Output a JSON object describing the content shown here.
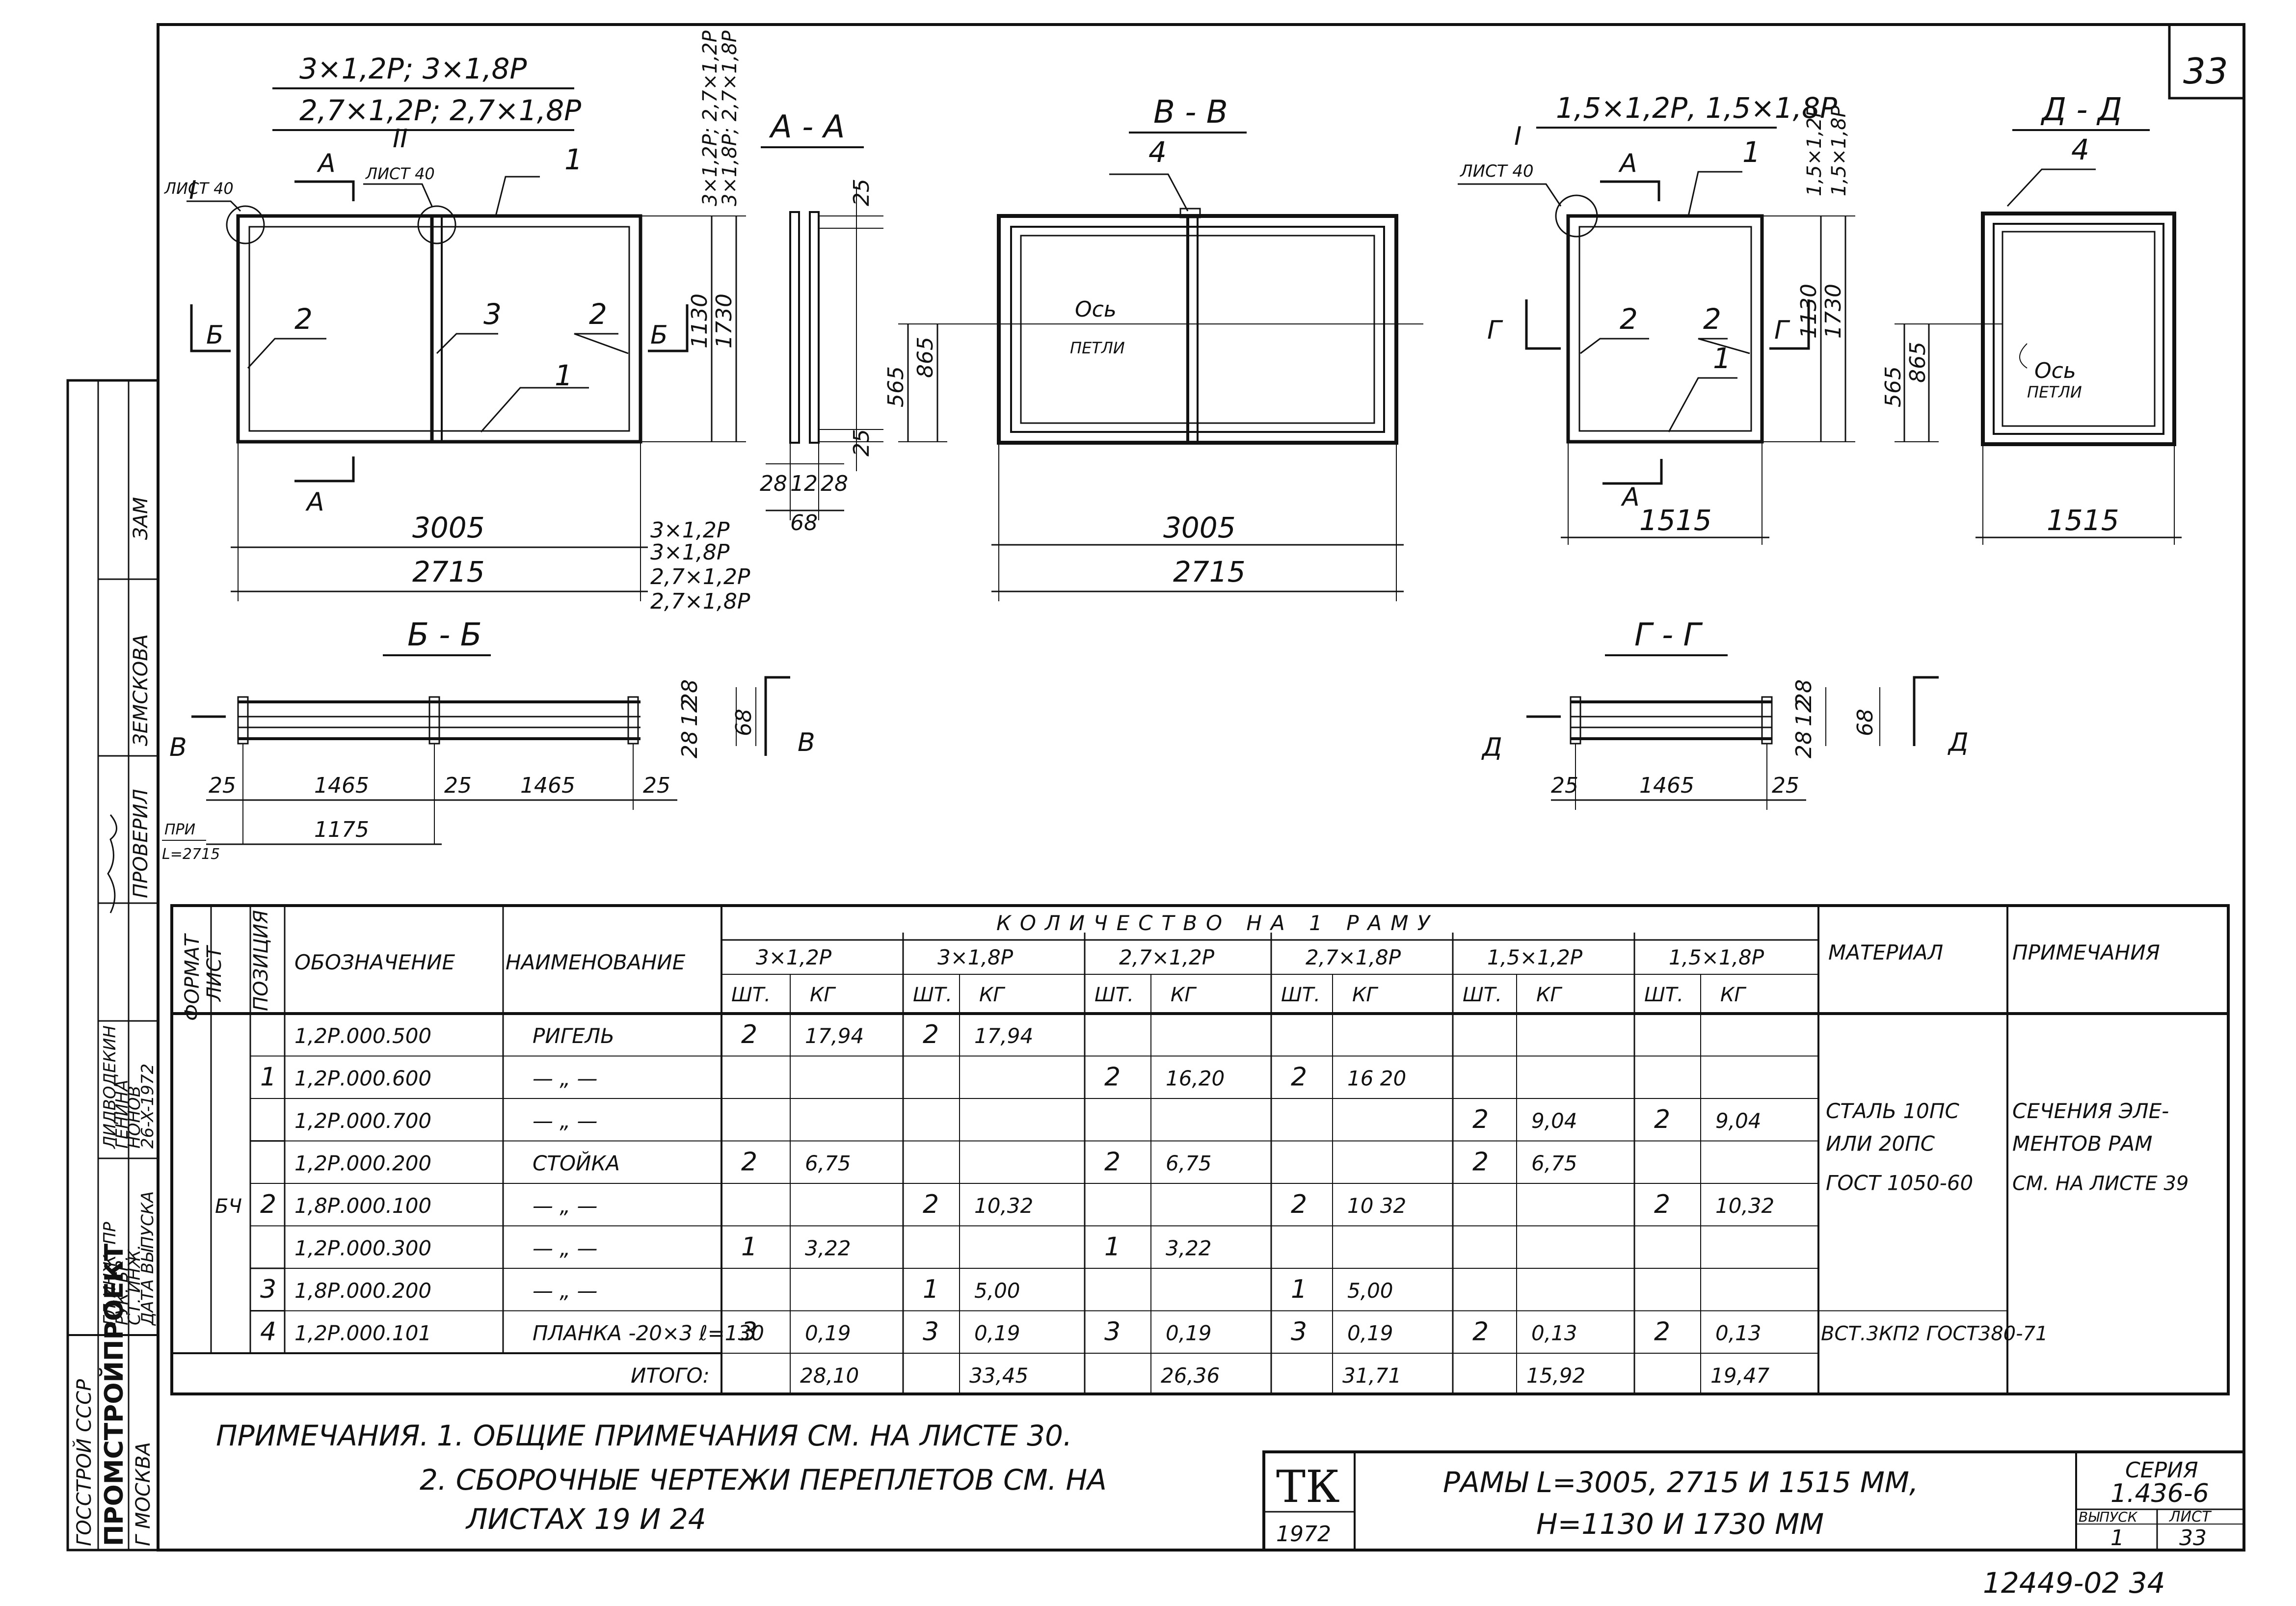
{
  "sheet": {
    "page_number": "33",
    "stamp_number": "12449-02 34"
  },
  "left_strip": {
    "org": [
      "ГОССТРОЙ СССР",
      "ПРОМСТРОЙПРОЕКТ",
      "Г МОСКВА"
    ],
    "roles": [
      "ГЛ.ИНЖ. ПР",
      "РУК. БР.",
      "СТ. ИНЖ.",
      "ДАТА ВЫПУСКА"
    ],
    "names": [
      "ЛИДВОДЕКИН",
      "ГЕНИНА",
      "НОНОВ",
      "26-X-1972"
    ],
    "checks": [
      "ПРОВЕРИЛ",
      "ЗЕМСКОВА",
      "ЗАМ"
    ]
  },
  "left_frame": {
    "title1": "3×1,2Р; 3×1,8Р",
    "title2": "2,7×1,2Р; 2,7×1,8Р",
    "vert_title1": "3×1,2Р; 2,7×1,2Р",
    "vert_title2": "3×1,8Р; 2,7×1,8Р",
    "node_I": "I",
    "node_II": "II",
    "sheet_ref": "ЛИСТ 40",
    "cut_a": "А",
    "cut_b": "Б",
    "pos_1": "1",
    "pos_2": "2",
    "pos_3": "3",
    "dim_1130": "1130",
    "dim_1730": "1730",
    "dim_3005": "3005",
    "dim_2715": "2715",
    "var1": "3×1,2Р",
    "var2": "3×1,8Р",
    "var3": "2,7×1,2Р",
    "var4": "2,7×1,8Р"
  },
  "section_aa": {
    "title": "А - А",
    "dim_25": "25",
    "dim_565": "565",
    "dim_865": "865",
    "dim_28": "28",
    "dim_12": "12",
    "dim_68": "68"
  },
  "section_vv": {
    "title": "В - В",
    "pos_4": "4",
    "axis": "Ось",
    "axis2": "ПЕТЛИ",
    "dim_3005": "3005",
    "dim_2715": "2715"
  },
  "right_frame": {
    "title": "1,5×1,2Р, 1,5×1,8Р",
    "vert1": "1,5×1,2Р",
    "vert2": "1,5×1,8Р",
    "node_I": "I",
    "sheet_ref": "ЛИСТ 40",
    "cut_a": "А",
    "cut_g": "Г",
    "pos_1": "1",
    "pos_2": "2",
    "dim_1130": "1130",
    "dim_1730": "1730",
    "dim_565": "565",
    "dim_865": "865",
    "dim_1515": "1515"
  },
  "section_dd": {
    "title": "Д - Д",
    "pos_4": "4",
    "axis": "Ось",
    "axis2": "ПЕТЛИ",
    "dim_1515": "1515"
  },
  "section_bb": {
    "title": "Б - Б",
    "mark_v": "В",
    "dim_25": "25",
    "dim_1465": "1465",
    "dim_1175": "1175",
    "dim_28": "28",
    "dim_12": "12",
    "dim_68": "68",
    "note1": "ПРИ",
    "note2": "L=2715"
  },
  "section_gg": {
    "title": "Г - Г",
    "mark_d": "Д",
    "dim_25": "25",
    "dim_1465": "1465",
    "dim_28": "28",
    "dim_12": "12",
    "dim_68": "68"
  },
  "table": {
    "h_format": "ФОРМАТ",
    "h_sheet": "ЛИСТ",
    "h_pos": "ПОЗИЦИЯ",
    "h_designation": "ОБОЗНАЧЕНИЕ",
    "h_name": "НАИМЕНОВАНИЕ",
    "h_qty": "КОЛИЧЕСТВО НА 1 РАМУ",
    "h_material": "МАТЕРИАЛ",
    "h_notes": "ПРИМЕЧАНИЯ",
    "variants": [
      "3×1,2Р",
      "3×1,8Р",
      "2,7×1,2Р",
      "2,7×1,8Р",
      "1,5×1,2Р",
      "1,5×1,8Р"
    ],
    "unit_pcs": "ШТ.",
    "unit_kg": "КГ",
    "sheet_no": "БЧ",
    "rows": [
      {
        "pos": "",
        "des": "1,2Р.000.500",
        "name": "РИГЕЛЬ",
        "q": [
          "2",
          "17,94",
          "2",
          "17,94",
          "",
          "",
          "",
          "",
          "",
          "",
          "",
          ""
        ]
      },
      {
        "pos": "1",
        "des": "1,2Р.000.600",
        "name": "— „ —",
        "q": [
          "",
          "",
          "",
          "",
          "2",
          "16,20",
          "2",
          "16 20",
          "",
          "",
          "",
          ""
        ]
      },
      {
        "pos": "",
        "des": "1,2Р.000.700",
        "name": "— „ —",
        "q": [
          "",
          "",
          "",
          "",
          "",
          "",
          "",
          "",
          "2",
          "9,04",
          "2",
          "9,04"
        ]
      },
      {
        "pos": "",
        "des": "1,2Р.000.200",
        "name": "СТОЙКА",
        "q": [
          "2",
          "6,75",
          "",
          "",
          "2",
          "6,75",
          "",
          "",
          "2",
          "6,75",
          "",
          ""
        ]
      },
      {
        "pos": "2",
        "des": "1,8Р.000.100",
        "name": "— „ —",
        "q": [
          "",
          "",
          "2",
          "10,32",
          "",
          "",
          "2",
          "10 32",
          "",
          "",
          "2",
          "10,32"
        ]
      },
      {
        "pos": "",
        "des": "1,2Р.000.300",
        "name": "— „ —",
        "q": [
          "1",
          "3,22",
          "",
          "",
          "1",
          "3,22",
          "",
          "",
          "",
          "",
          "",
          ""
        ]
      },
      {
        "pos": "3",
        "des": "1,8Р.000.200",
        "name": "— „ —",
        "q": [
          "",
          "",
          "1",
          "5,00",
          "",
          "",
          "1",
          "5,00",
          "",
          "",
          "",
          ""
        ]
      },
      {
        "pos": "4",
        "des": "1,2Р.000.101",
        "name": "ПЛАНКА -20×3 ℓ=130",
        "q": [
          "3",
          "0,19",
          "3",
          "0,19",
          "3",
          "0,19",
          "3",
          "0,19",
          "2",
          "0,13",
          "2",
          "0,13"
        ]
      }
    ],
    "material_1": "СТАЛЬ 10ПС",
    "material_2": "ИЛИ 20ПС",
    "material_3": "ГОСТ 1050-60",
    "material_4": "ВСТ.3КП2 ГОСТ380-71",
    "note_1": "СЕЧЕНИЯ ЭЛЕ-",
    "note_2": "МЕНТОВ РАМ",
    "note_3": "СМ. НА ЛИСТЕ 39",
    "total_label": "ИТОГО:",
    "totals": [
      "28,10",
      "33,45",
      "26,36",
      "31,71",
      "15,92",
      "19,47"
    ]
  },
  "notes": {
    "head": "ПРИМЕЧАНИЯ.",
    "n1": "1. ОБЩИЕ ПРИМЕЧАНИЯ СМ. НА ЛИСТЕ 30.",
    "n2": "2. СБОРОЧНЫЕ ЧЕРТЕЖИ ПЕРЕПЛЕТОВ СМ. НА",
    "n3": "ЛИСТАХ 19 И 24"
  },
  "title_block": {
    "tk": "ТК",
    "year": "1972",
    "title1": "РАМЫ L=3005, 2715 И 1515 ММ,",
    "title2": "Н=1130 И 1730 ММ",
    "series_label": "СЕРИЯ",
    "series": "1.436-6",
    "issue_label": "ВЫПУСК",
    "issue": "1",
    "sheet_label": "ЛИСТ",
    "sheet": "33"
  }
}
